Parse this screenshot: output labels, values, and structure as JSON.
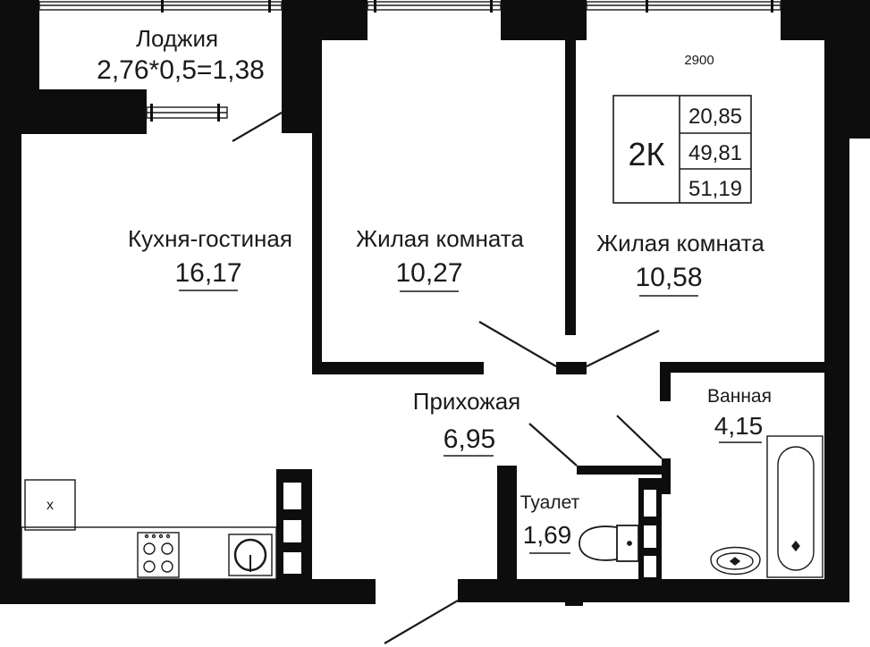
{
  "plan": {
    "wall_color": "#0d0d0d",
    "line_color": "#1a1a1a",
    "rooms": {
      "loggia": {
        "name": "Лоджия",
        "area": "2,76*0,5=1,38"
      },
      "kitchen": {
        "name": "Кухня-гостиная",
        "area": "16,17"
      },
      "room1": {
        "name": "Жилая комната",
        "area": "10,27"
      },
      "room2": {
        "name": "Жилая комната",
        "area": "10,58"
      },
      "hall": {
        "name": "Прихожая",
        "area": "6,95"
      },
      "bath": {
        "name": "Ванная",
        "area": "4,15"
      },
      "wc": {
        "name": "Туалет",
        "area": "1,69"
      }
    },
    "summary": {
      "type": "2К",
      "living_area": "20,85",
      "total_area": "49,81",
      "total_with_loggia": "51,19"
    },
    "dimension": "2900",
    "kitchen_mark": "x"
  }
}
